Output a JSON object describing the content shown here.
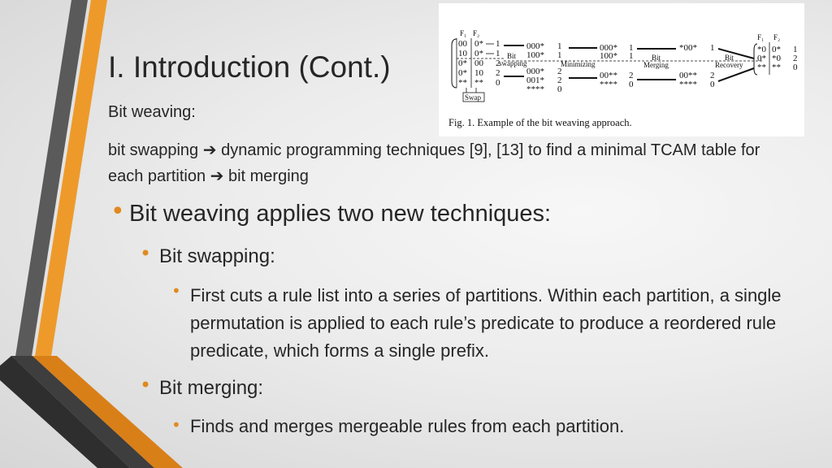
{
  "slide": {
    "title": "I. Introduction (Cont.)",
    "subtitle": "Bit weaving:",
    "intro": {
      "part1": "bit swapping ",
      "part2": " dynamic programming techniques [9], [13] to find a minimal TCAM table for each partition ",
      "part3": " bit merging",
      "arrow_glyph": "➔"
    },
    "bullets": [
      "Bit weaving applies two new techniques:",
      "Bit swapping:",
      "First cuts a rule list into a series of partitions. Within each partition, a single permutation is applied to each rule’s predicate to produce a reordered rule predicate, which forms a single prefix.",
      "Bit merging:",
      "Finds and merges mergeable rules from each partition."
    ],
    "bullet_glyph": "•",
    "accent_color": "#e08a1e"
  },
  "figure": {
    "caption": "Fig. 1.   Example of the bit weaving approach.",
    "header_f1": "F₁",
    "header_f2": "F₂",
    "col1": [
      "00",
      "10",
      "0*",
      "0*",
      "**"
    ],
    "col2": [
      "0*",
      "0*",
      "00",
      "10",
      "**"
    ],
    "col3": [
      "1",
      "1",
      "2",
      "2",
      "0"
    ],
    "group1": [
      "000*",
      "100*"
    ],
    "group1_dec": [
      "1",
      "1"
    ],
    "group2": [
      "000*",
      "001*",
      "****"
    ],
    "group2_dec": [
      "2",
      "2",
      "0"
    ],
    "group3": [
      "000*",
      "100*"
    ],
    "group3_dec": [
      "1",
      "1"
    ],
    "group4": [
      "00**",
      "****"
    ],
    "group4_dec": [
      "2",
      "0"
    ],
    "group5": [
      "*00*"
    ],
    "group5_dec": [
      "1"
    ],
    "group6": [
      "00**",
      "****"
    ],
    "group6_dec": [
      "2",
      "0"
    ],
    "out_col1": [
      "*0",
      "0*",
      "**"
    ],
    "out_col2": [
      "0*",
      "*0",
      "**"
    ],
    "out_dec": [
      "1",
      "2",
      "0"
    ],
    "label_bit": "Bit",
    "label_swapping": "swapping",
    "label_minimizing": "Minimizing",
    "label_merging": "Merging",
    "label_recovery": "Recovery",
    "label_swap": "Swap"
  }
}
